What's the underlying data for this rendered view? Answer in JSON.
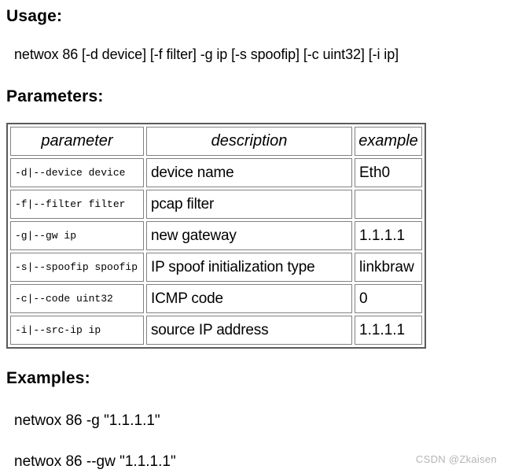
{
  "page": {
    "usage_heading": "Usage:",
    "usage_command": "netwox 86 [-d device] [-f filter] -g ip [-s spoofip] [-c uint32] [-i ip]",
    "parameters_heading": "Parameters:",
    "examples_heading": "Examples:",
    "examples": [
      "netwox 86 -g \"1.1.1.1\"",
      "netwox 86 --gw \"1.1.1.1\""
    ],
    "watermark": "CSDN @Zkaisen"
  },
  "table": {
    "headers": [
      "parameter",
      "description",
      "example"
    ],
    "rows": [
      {
        "parameter": "-d|--device device",
        "description": "device name",
        "example": "Eth0"
      },
      {
        "parameter": "-f|--filter filter",
        "description": "pcap filter",
        "example": ""
      },
      {
        "parameter": "-g|--gw ip",
        "description": "new gateway",
        "example": "1.1.1.1"
      },
      {
        "parameter": "-s|--spoofip spoofip",
        "description": "IP spoof initialization type",
        "example": "linkbraw"
      },
      {
        "parameter": "-c|--code uint32",
        "description": "ICMP code",
        "example": "0"
      },
      {
        "parameter": "-i|--src-ip ip",
        "description": "source IP address",
        "example": "1.1.1.1"
      }
    ]
  },
  "colors": {
    "background": "#ffffff",
    "text": "#000000",
    "table_outer_border": "#5a5a5a",
    "table_cell_border": "#828282",
    "watermark": "#b5b5b5"
  }
}
